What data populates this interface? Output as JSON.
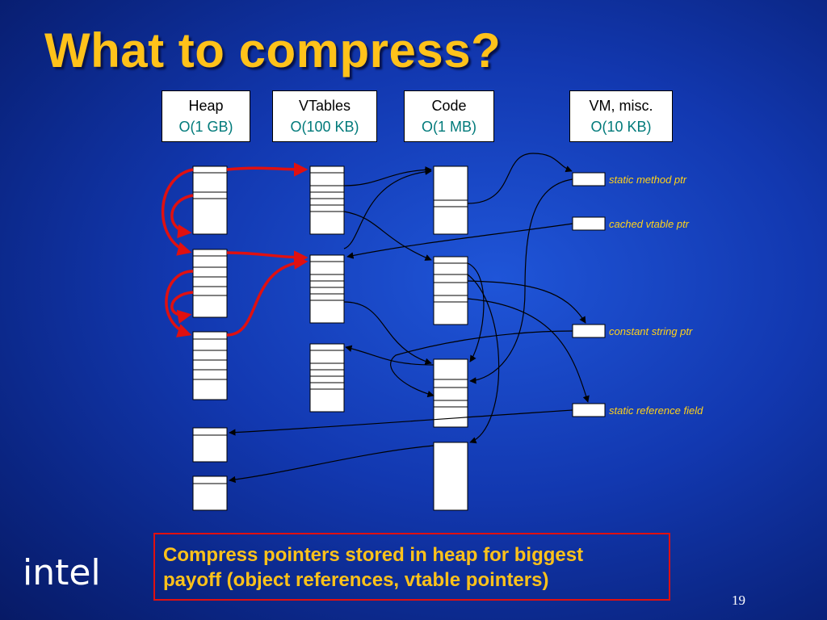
{
  "title": "What to compress?",
  "columns": [
    {
      "name": "Heap",
      "size": "O(1 GB)"
    },
    {
      "name": "VTables",
      "size": "O(100 KB)"
    },
    {
      "name": "Code",
      "size": "O(1 MB)"
    },
    {
      "name": "VM, misc.",
      "size": "O(10 KB)"
    }
  ],
  "misc_labels": [
    "static method ptr",
    "cached vtable ptr",
    "constant string ptr",
    "static reference field"
  ],
  "callout": {
    "line1": "Compress pointers stored in heap for biggest",
    "line2": "payoff (object references, vtable pointers)"
  },
  "logo": "intel",
  "page_number": "19",
  "colors": {
    "title": "#ffc21a",
    "highlight_arrow": "#e01010",
    "size_text": "#007a7a"
  }
}
